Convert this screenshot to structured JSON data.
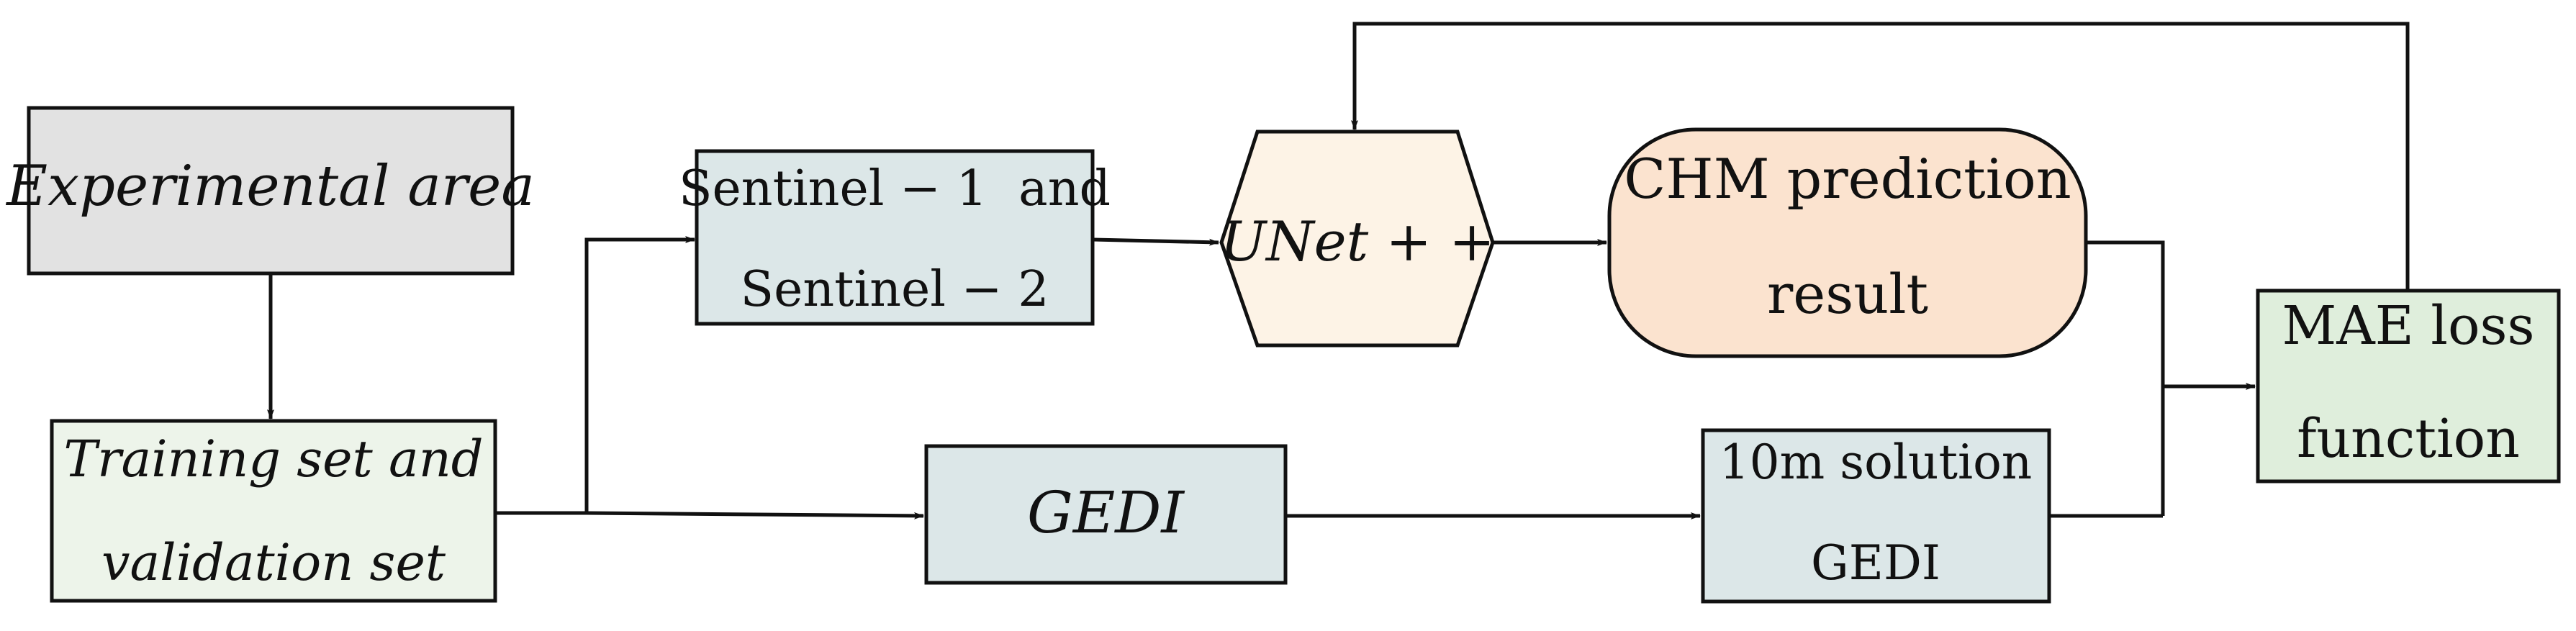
{
  "nodes": {
    "experimental_area": {
      "text": "Experimental area"
    },
    "training_set": {
      "line1": "Training set and",
      "line2": "validation set"
    },
    "sentinel": {
      "line1": "Sentinel − 1  and",
      "line2": "Sentinel − 2"
    },
    "unet": {
      "text": "UNet + +"
    },
    "chm": {
      "line1": "CHM prediction",
      "line2": "result"
    },
    "gedi": {
      "text": "GEDI"
    },
    "gedi_10m": {
      "line1": "10m solution",
      "line2": "GEDI"
    },
    "mae": {
      "line1": "MAE loss",
      "line2": "function"
    }
  },
  "colors": {
    "gray_box": "#e2e2e2",
    "green_box": "#edf4ea",
    "blue_box": "#dce7e8",
    "hex_fill": "#fdf3e6",
    "chm_fill": "#fbe3cf",
    "mae_fill": "#dfeedc",
    "stroke": "#111111"
  }
}
